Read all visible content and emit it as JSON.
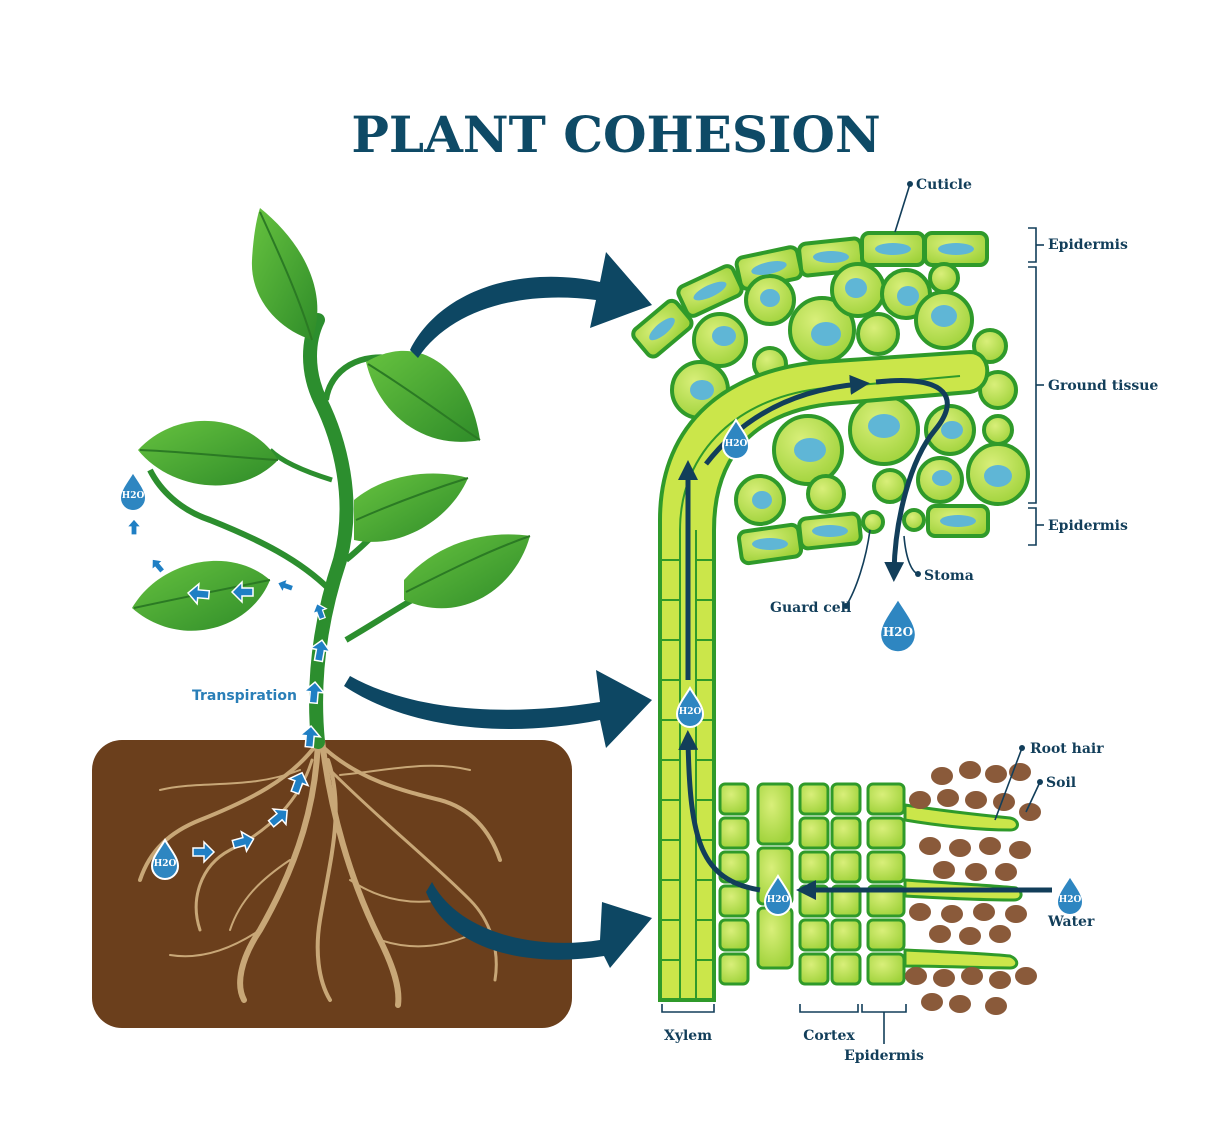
{
  "title": "PLANT COHESION",
  "labels": {
    "cuticle": "Cuticle",
    "epidermis_top": "Epidermis",
    "ground_tissue": "Ground tissue",
    "epidermis_mid": "Epidermis",
    "stoma": "Stoma",
    "guard_cell": "Guard cell",
    "root_hair": "Root hair",
    "soil": "Soil",
    "water": "Water",
    "xylem": "Xylem",
    "cortex": "Cortex",
    "epidermis_bottom": "Epidermis",
    "transpiration": "Transpiration"
  },
  "molecule": "H2O",
  "colors": {
    "title": "#0e4a66",
    "big_arrow": "#0d4763",
    "soil": "#6b3f1c",
    "leaf": "#3f9c2e",
    "cell_fill": "#a8d83c",
    "cell_stroke": "#2f9a2a",
    "nucleus": "#5fb6d6",
    "water_drop": "#2e86c1",
    "small_arrow": "#1f7fc4",
    "soil_particle": "#8a5a3a"
  },
  "icons": [
    "water-drop-icon",
    "flow-arrow-icon",
    "leaf-icon",
    "root-icon"
  ]
}
